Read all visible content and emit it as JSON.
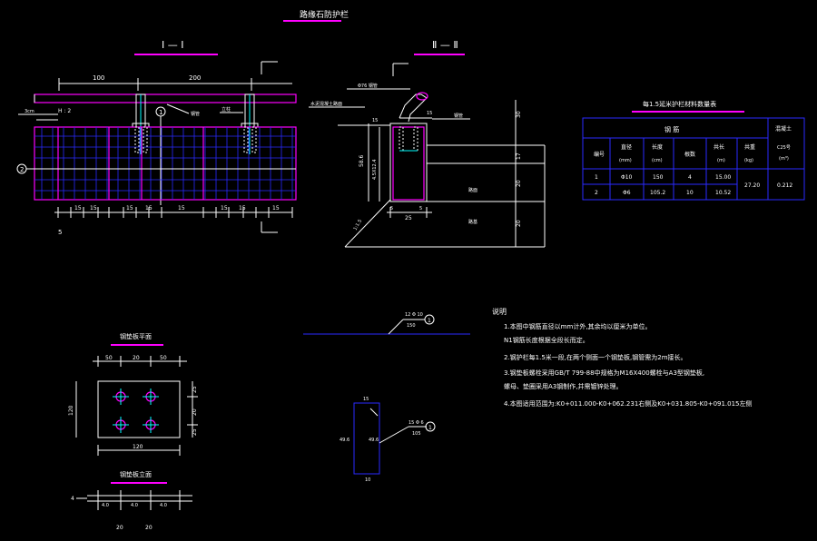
{
  "drawing": {
    "main_title": "路缘石防护栏",
    "section_1_title": "Ⅰ — Ⅰ",
    "section_2_title": "Ⅱ — Ⅱ",
    "dim_100": "100",
    "dim_200": "200",
    "dim_15": "15",
    "dim_5": "5",
    "callout_1": "1",
    "callout_2": "2",
    "label_hd": "3cm",
    "label_h2": "H : 2",
    "label_gangguan": "钢管",
    "label_lizhu": "立柱",
    "sec2_label_top": "Φ76 钢管",
    "sec2_label_left": "水泥混凝土路面",
    "sec2_label_pipe": "钢管",
    "sec2_label_road": "路面",
    "sec2_label_base": "路基",
    "sec2_dim_30": "30",
    "sec2_dim_20": "20",
    "sec2_dim_17": "17",
    "sec2_dim_58": "58.6",
    "sec2_dim_45": "4.5X12.4",
    "sec2_dim_25": "25",
    "sec2_dim_5": "5",
    "sec2_dim_15": "15",
    "sec2_dim_1to5": "1:1.5"
  },
  "table": {
    "title": "每1.5延米护栏材料数量表",
    "group_header": "钢 筋",
    "concrete_header": "混凝土",
    "concrete_sub": "C25号",
    "concrete_unit": "(m³)",
    "col_no": "编号",
    "col_dia": "直径",
    "col_dia_unit": "(mm)",
    "col_len": "长度",
    "col_len_unit": "(cm)",
    "col_num": "根数",
    "col_total": "共长",
    "col_total_unit": "(m)",
    "col_weight": "共重",
    "col_weight_unit": "(kg)",
    "rows": [
      {
        "no": "1",
        "dia": "Φ10",
        "len": "150",
        "num": "4",
        "total": "15.00"
      },
      {
        "no": "2",
        "dia": "Φ6",
        "len": "105.2",
        "num": "10",
        "total": "10.52"
      }
    ],
    "weight_merged": "27.20",
    "concrete_merged": "0.212"
  },
  "plate": {
    "plan_title": "钢垫板平面",
    "side_title": "钢垫板立面",
    "top_dims": [
      "50",
      "20",
      "50"
    ],
    "right_dims": [
      "25",
      "20",
      "25"
    ],
    "width": "120",
    "height": "120",
    "side_dims": [
      "4.0",
      "4.0",
      "4.0"
    ],
    "bottom_dims": [
      "20",
      "20"
    ],
    "side_left": "4"
  },
  "rebar": {
    "straight_label": "12 Φ 10",
    "straight_sub": "150",
    "bent_label": "15 Φ 6",
    "bent_sub": "105",
    "bent_top": "15",
    "bent_bottom": "10",
    "bent_left": "49.6",
    "bent_inner": "49.6"
  },
  "notes": {
    "heading": "说明",
    "items": [
      "1.本图中钢筋直径以mm计外,其余均以厘米为单位。",
      "   N1钢筋长度根据全段长而定。",
      "2.钢护栏每1.5米一段,在两个侧面一个钢垫板,钢管需为2m接长。",
      "3.钢垫板螺栓采用GB/T 799-88中规格为M16X400螺栓与A3型钢垫板,",
      "   螺母、垫圈采用A3钢制作,并需镀锌处理。",
      "4.本图适用范围为:K0+011.000-K0+062.231右侧及K0+031.805-K0+091.015左侧"
    ]
  }
}
